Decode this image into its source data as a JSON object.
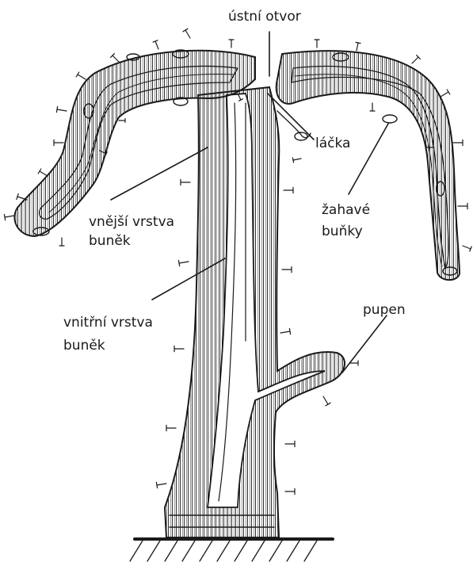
{
  "labels": {
    "mouth": "ústní otvor",
    "tentacle": "láčka",
    "outer_layer_line1": "vnější vrstva",
    "outer_layer_line2": "buněk",
    "stinging_cells_line1": "žahavé",
    "stinging_cells_line2": "buňky",
    "inner_layer_line1": "vnitřní vrstva",
    "inner_layer_line2": "buněk",
    "bud": "pupen"
  },
  "colors": {
    "ink": "#1a1a1a",
    "background": "#ffffff"
  }
}
